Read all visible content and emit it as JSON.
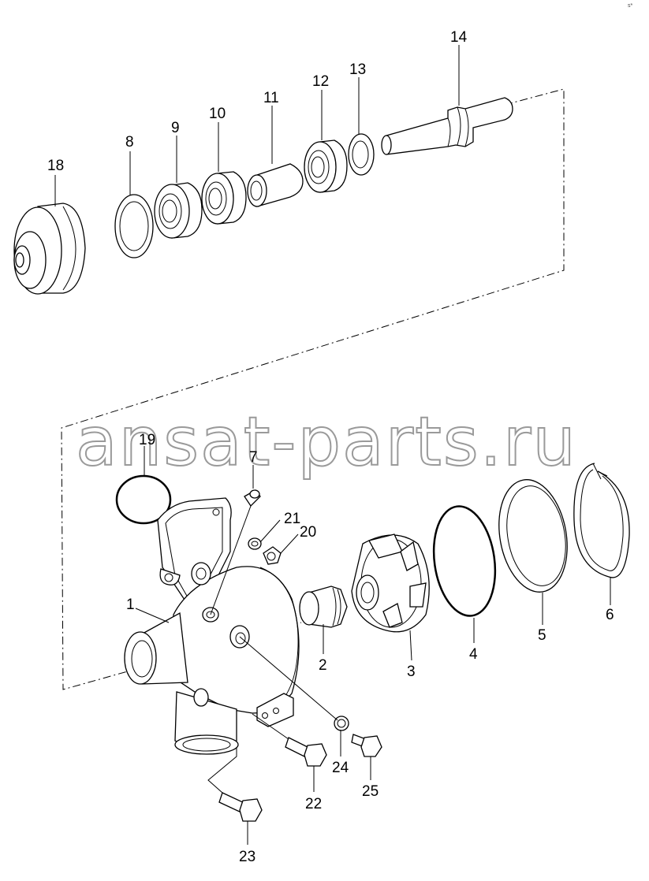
{
  "watermark": "ansat-parts.ru",
  "corner_mark": "s* ",
  "callouts": {
    "p1": "1",
    "p2": "2",
    "p3": "3",
    "p4": "4",
    "p5": "5",
    "p6": "6",
    "p7": "7",
    "p8": "8",
    "p9": "9",
    "p10": "10",
    "p11": "11",
    "p12": "12",
    "p13": "13",
    "p14": "14",
    "p18": "18",
    "p19": "19",
    "p20": "20",
    "p21": "21",
    "p22": "22",
    "p23": "23",
    "p24": "24",
    "p25": "25"
  }
}
